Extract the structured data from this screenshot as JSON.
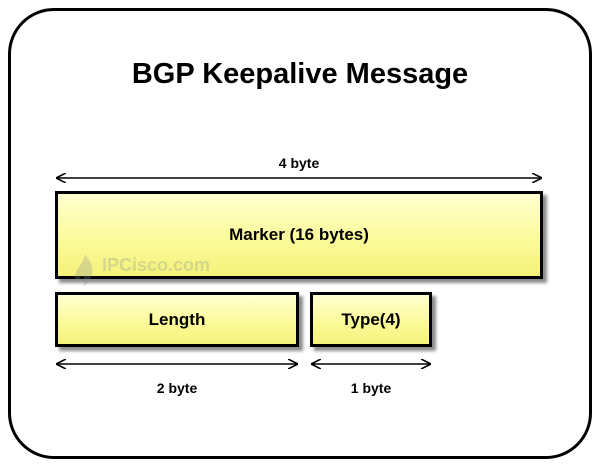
{
  "title": "BGP Keepalive Message",
  "fields": {
    "marker": "Marker (16 bytes)",
    "length": "Length",
    "type": "Type(4)"
  },
  "dimensions": {
    "top": "4 byte",
    "length": "2 byte",
    "type": "1 byte"
  },
  "watermark": "IPCisco.com",
  "colors": {
    "field_fill": "#fbfa9a",
    "border": "#000000",
    "background": "#ffffff"
  }
}
